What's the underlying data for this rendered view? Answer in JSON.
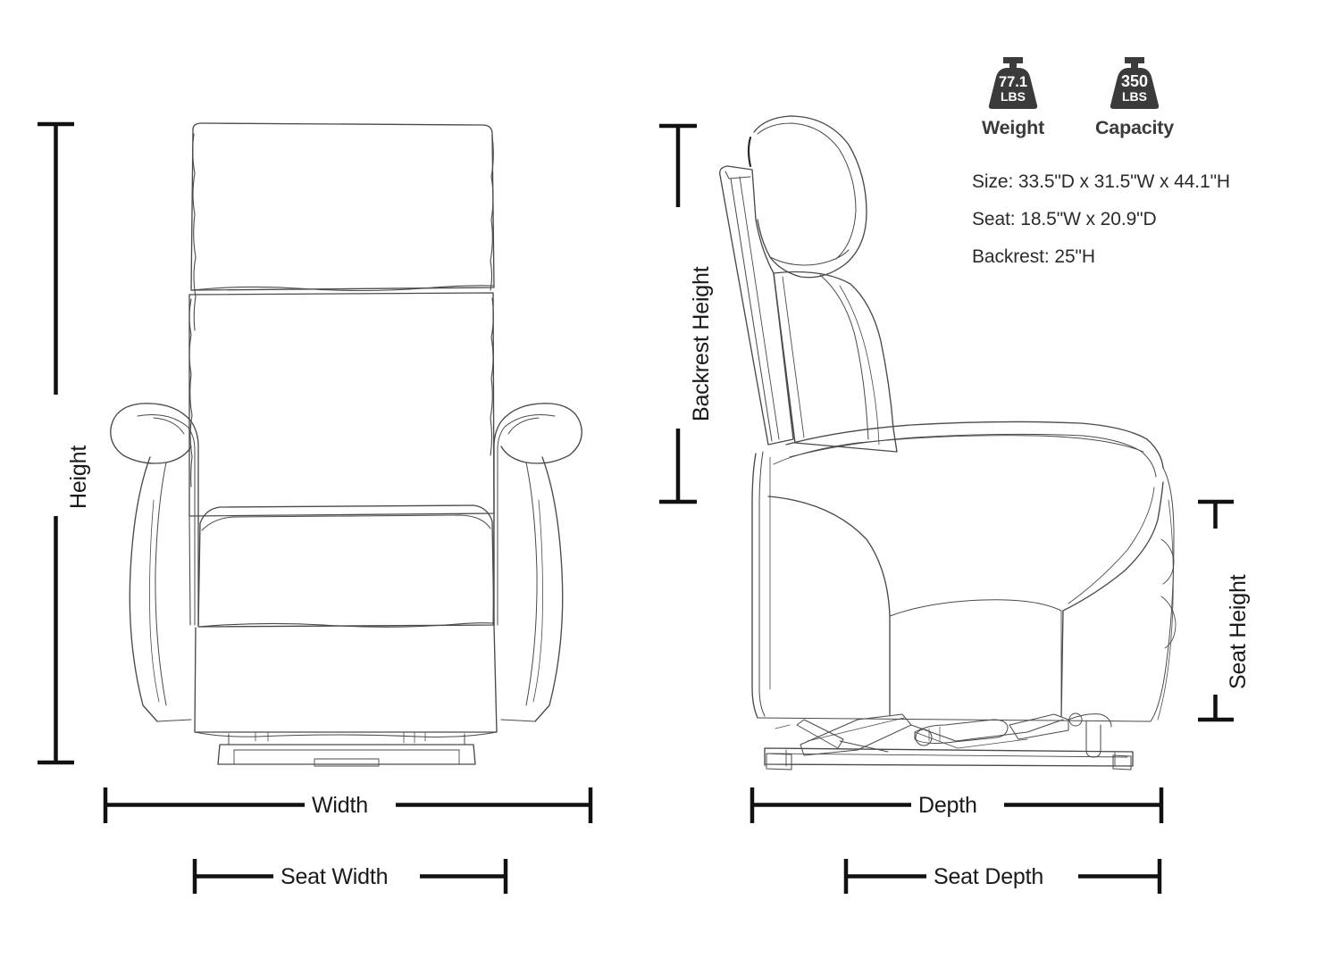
{
  "page": {
    "title": "Recliner Lift Chair Dimensions Diagram",
    "background_color": "#ffffff",
    "line_color": "#231f20",
    "text_color": "#1a1a1a",
    "badge_color": "#3b3b3b"
  },
  "specs": {
    "badges": [
      {
        "icon": "weight-plate-icon",
        "value": "77.1",
        "unit": "LBS",
        "caption": "Weight"
      },
      {
        "icon": "weight-plate-icon",
        "value": "350",
        "unit": "LBS",
        "caption": "Capacity"
      }
    ],
    "lines": [
      "Size: 33.5\"D x 31.5\"W x 44.1\"H",
      "Seat: 18.5\"W x 20.9\"D",
      "Backrest: 25\"H"
    ]
  },
  "dimensions": {
    "height": "Height",
    "width": "Width",
    "seat_width": "Seat Width",
    "backrest_height": "Backrest Height",
    "seat_height": "Seat Height",
    "depth": "Depth",
    "seat_depth": "Seat Depth"
  },
  "views": {
    "front": "front-view-recliner",
    "side": "side-view-recliner"
  }
}
